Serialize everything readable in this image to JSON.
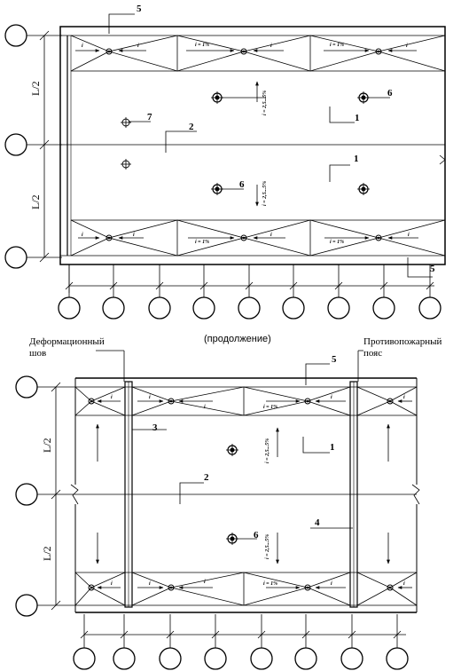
{
  "top_plan": {
    "callouts": [
      "5",
      "6",
      "7",
      "2",
      "1",
      "1",
      "6",
      "5"
    ],
    "dimensions": [
      "L/2",
      "L/2"
    ],
    "slope_gutter": "i = 1%",
    "slope_roof": "i = 2,5...5%",
    "arrow_i": "i"
  },
  "bottom_plan": {
    "caption": "(продолжение)",
    "label_left": "Деформационный шов",
    "label_left_line1": "Деформационный",
    "label_left_line2": "шов",
    "label_right_line1": "Противопожарный",
    "label_right_line2": "пояс",
    "callouts": [
      "5",
      "3",
      "1",
      "2",
      "6",
      "4"
    ],
    "dimensions": [
      "L/2",
      "L/2"
    ],
    "slope_gutter": "i = 1%",
    "slope_roof": "i = 2,5...5%",
    "arrow_i": "i"
  }
}
